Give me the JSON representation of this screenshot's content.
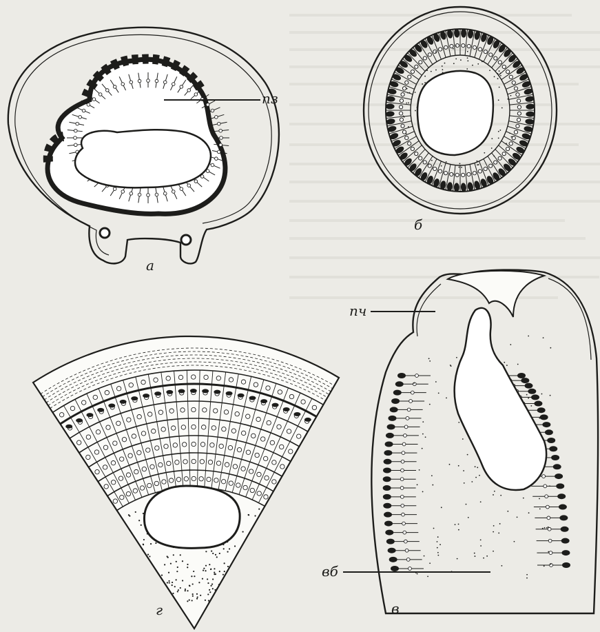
{
  "figure": {
    "panels": [
      {
        "id": "a",
        "letter": "а",
        "label": "пз"
      },
      {
        "id": "b",
        "letter": "б"
      },
      {
        "id": "v",
        "letter": "в",
        "labels": [
          "пч",
          "вб"
        ]
      },
      {
        "id": "g",
        "letter": "г"
      }
    ]
  },
  "colors": {
    "paper": "#ecebe6",
    "ink": "#1d1d1b",
    "bleed_text": "#cfcdc6"
  }
}
